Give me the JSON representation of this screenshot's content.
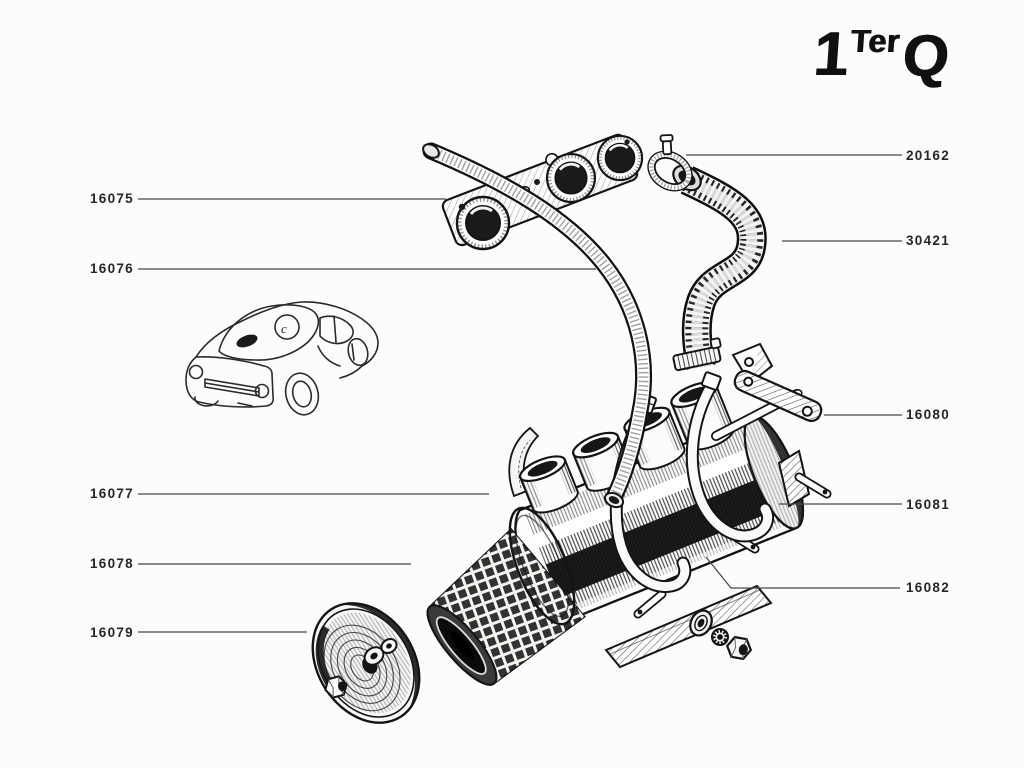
{
  "header": {
    "code_number": "1",
    "code_suffix": "Ter",
    "code_letter": "Q",
    "code_full": "1Ter Q"
  },
  "inset": {
    "marker_letter": "c"
  },
  "callouts": {
    "left": [
      {
        "part_number": "16075"
      },
      {
        "part_number": "16076"
      },
      {
        "part_number": "16077"
      },
      {
        "part_number": "16078"
      },
      {
        "part_number": "16079"
      }
    ],
    "right": [
      {
        "part_number": "20162"
      },
      {
        "part_number": "30421"
      },
      {
        "part_number": "16080"
      },
      {
        "part_number": "16081"
      },
      {
        "part_number": "16082"
      }
    ]
  },
  "colors": {
    "ink": "#161616",
    "paper": "#fcfcfb",
    "label_text": "#262626",
    "leader_line": "#4a4a4a"
  }
}
